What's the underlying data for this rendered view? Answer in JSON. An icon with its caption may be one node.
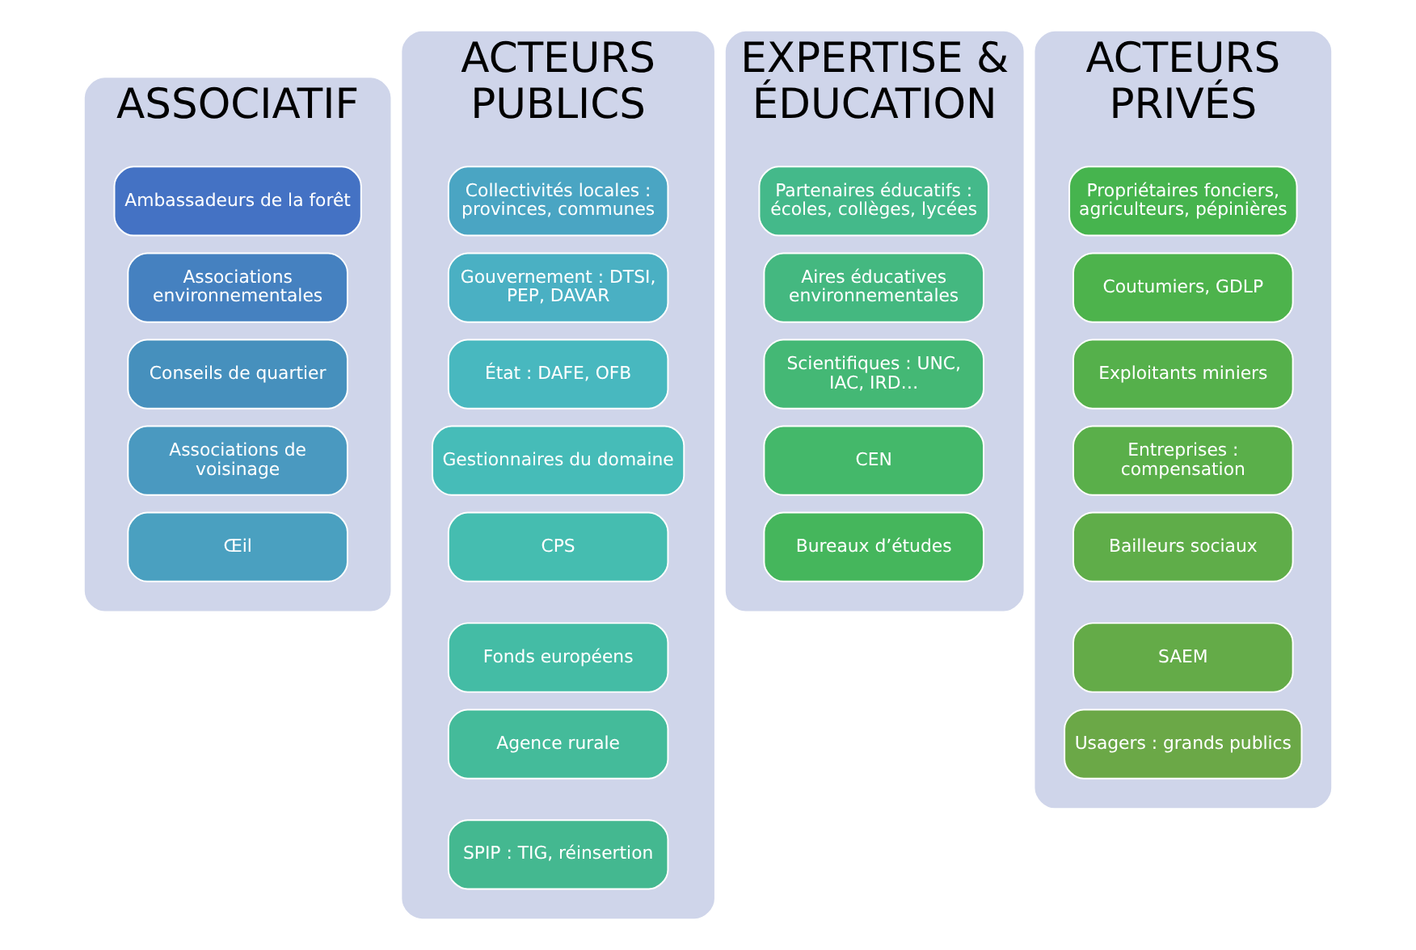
{
  "diagram": {
    "nodes": [
      {
        "text": [
          "ASSOCIATIF"
        ]
      },
      {
        "text": [
          "Ambassadeurs de la forêt"
        ],
        "in": 0
      },
      {
        "text": [
          "Associations environnementales"
        ],
        "in": 0
      },
      {
        "text": [
          "Conseils de quartier"
        ],
        "in": 0
      },
      {
        "text": [
          "Associations de voisinage"
        ],
        "in": 0
      },
      {
        "text": [
          "Œil"
        ],
        "in": 0
      },
      {
        "text": [
          "ACTEURS PUBLICS"
        ]
      },
      {
        "text": [
          "Collectivités locales : provinces, communes"
        ],
        "in": 6
      },
      {
        "text": [
          "Gouvernement : DTSI, PEP, DAVAR"
        ],
        "in": 6
      },
      {
        "text": [
          "État : DAFE, OFB"
        ],
        "in": 6
      },
      {
        "text": [
          "Gestionnaires du domaine"
        ],
        "in": 6
      },
      {
        "text": [
          "CPS"
        ],
        "in": 6
      },
      {
        "text": [
          "Fonds européens"
        ],
        "in": 6
      },
      {
        "text": [
          "Agence rurale"
        ],
        "in": 6
      },
      {
        "text": [
          "SPIP : TIG, réinsertion"
        ],
        "in": 6
      },
      {
        "text": [
          "EXPERTISE & ÉDUCATION"
        ]
      },
      {
        "text": [
          "Partenaires éducatifs : écoles, collèges, lycées"
        ],
        "in": 15
      },
      {
        "text": [
          "Aires éducatives environnementales"
        ],
        "in": 15
      },
      {
        "text": [
          "Scientifiques : UNC, IAC, IRD…"
        ],
        "in": 15
      },
      {
        "text": [
          "CEN"
        ],
        "in": 15
      },
      {
        "text": [
          "Bureaux d’études"
        ],
        "in": 15
      },
      {
        "text": [
          "ACTEURS PRIVÉS"
        ]
      },
      {
        "text": [
          "Propriétaires fonciers, agriculteurs, pépinières"
        ],
        "in": 21
      },
      {
        "text": [
          "Coutumiers, GDLP"
        ],
        "in": 21
      },
      {
        "text": [
          "Exploitants miniers"
        ],
        "in": 21
      },
      {
        "text": [
          "Entreprises : compensation"
        ],
        "in": 21
      },
      {
        "text": [
          "Bailleurs sociaux"
        ],
        "in": 21
      },
      {
        "text": [
          "SAEM"
        ],
        "in": 21
      },
      {
        "text": [
          "Usagers : grands publics"
        ],
        "in": 21
      }
    ]
  }
}
